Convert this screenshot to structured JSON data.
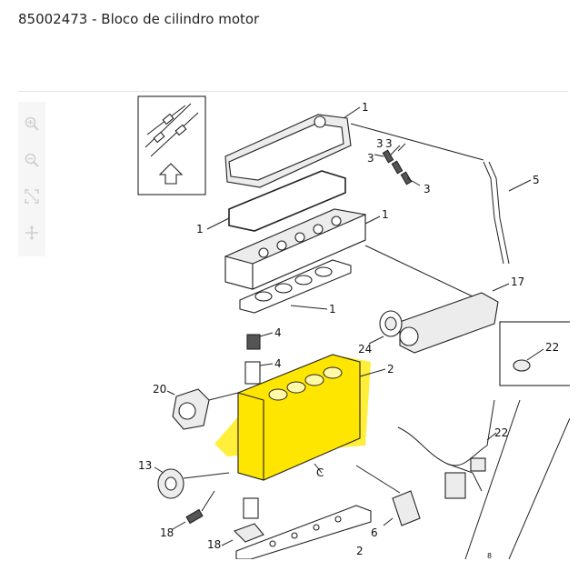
{
  "page": {
    "title": "85002473 - Bloco de cilindro motor"
  },
  "toolbar": {
    "icons": [
      "zoom-in-icon",
      "zoom-out-icon",
      "fit-screen-icon",
      "pan-icon"
    ]
  },
  "diagram": {
    "highlight_color": "#ffe600",
    "labels": {
      "cover": "1",
      "cover_gasket": "1",
      "head": "1",
      "head_gasket": "1",
      "bolt_a": "3",
      "bolt_b": "3",
      "bolt_c": "3",
      "bolt_d": "3",
      "dipstick": "5",
      "manifold": "17",
      "cap": "24",
      "plug": "22",
      "harness": "22",
      "sleeve_top": "4",
      "sleeve_bottom": "4",
      "block": "2",
      "pump": "20",
      "pulley": "13",
      "sensor_a": "18",
      "sensor_b": "18",
      "plate": "6",
      "pan_gasket": "2",
      "letter_c": "C",
      "small_8": "8"
    }
  }
}
